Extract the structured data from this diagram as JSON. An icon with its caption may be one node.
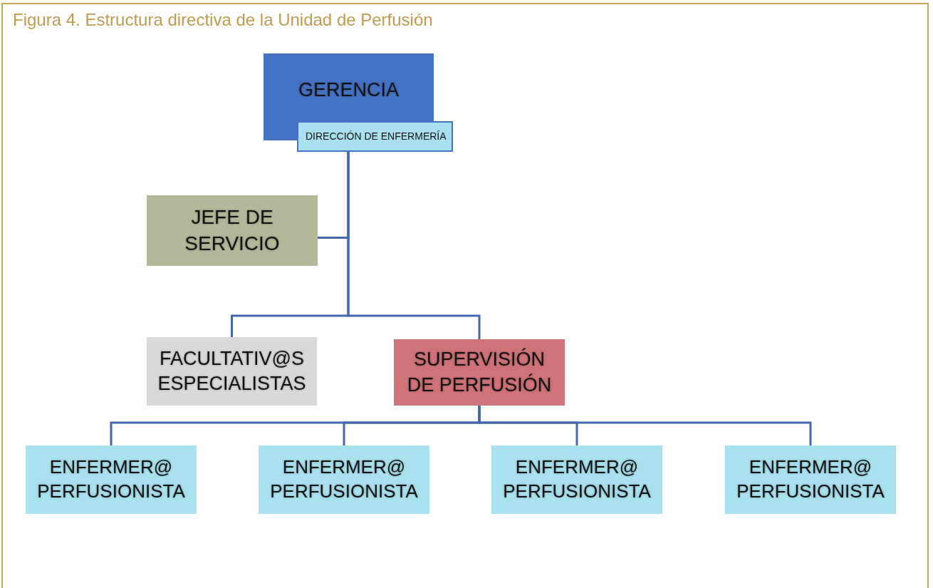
{
  "diagram": {
    "title": "Figura 4. Estructura directiva de la Unidad de Perfusión",
    "nodes": [
      {
        "text": [
          "GERENCIA"
        ]
      },
      {
        "text": [
          "DIRECCIÓN DE ENFERMERÍA"
        ]
      },
      {
        "text": [
          "JEFE DE SERVICIO"
        ]
      },
      {
        "text": [
          "FACULTATIV@S ESPECIALISTAS"
        ]
      },
      {
        "text": [
          "SUPERVISIÓN DE PERFUSIÓN"
        ]
      },
      {
        "text": [
          "ENFERMER@ PERFUSIONISTA"
        ]
      },
      {
        "text": [
          "ENFERMER@ PERFUSIONISTA"
        ]
      },
      {
        "text": [
          "ENFERMER@ PERFUSIONISTA"
        ]
      },
      {
        "text": [
          "ENFERMER@ PERFUSIONISTA"
        ]
      }
    ],
    "edges": [
      {
        "from": 1,
        "to": 2,
        "arrow": "none"
      },
      {
        "from": 1,
        "to": 3,
        "arrow": "none"
      },
      {
        "from": 1,
        "to": 4,
        "arrow": "none"
      },
      {
        "from": 4,
        "to": 5,
        "arrow": "none"
      },
      {
        "from": 4,
        "to": 6,
        "arrow": "none"
      },
      {
        "from": 4,
        "to": 7,
        "arrow": "none"
      },
      {
        "from": 4,
        "to": 8,
        "arrow": "none"
      }
    ]
  }
}
